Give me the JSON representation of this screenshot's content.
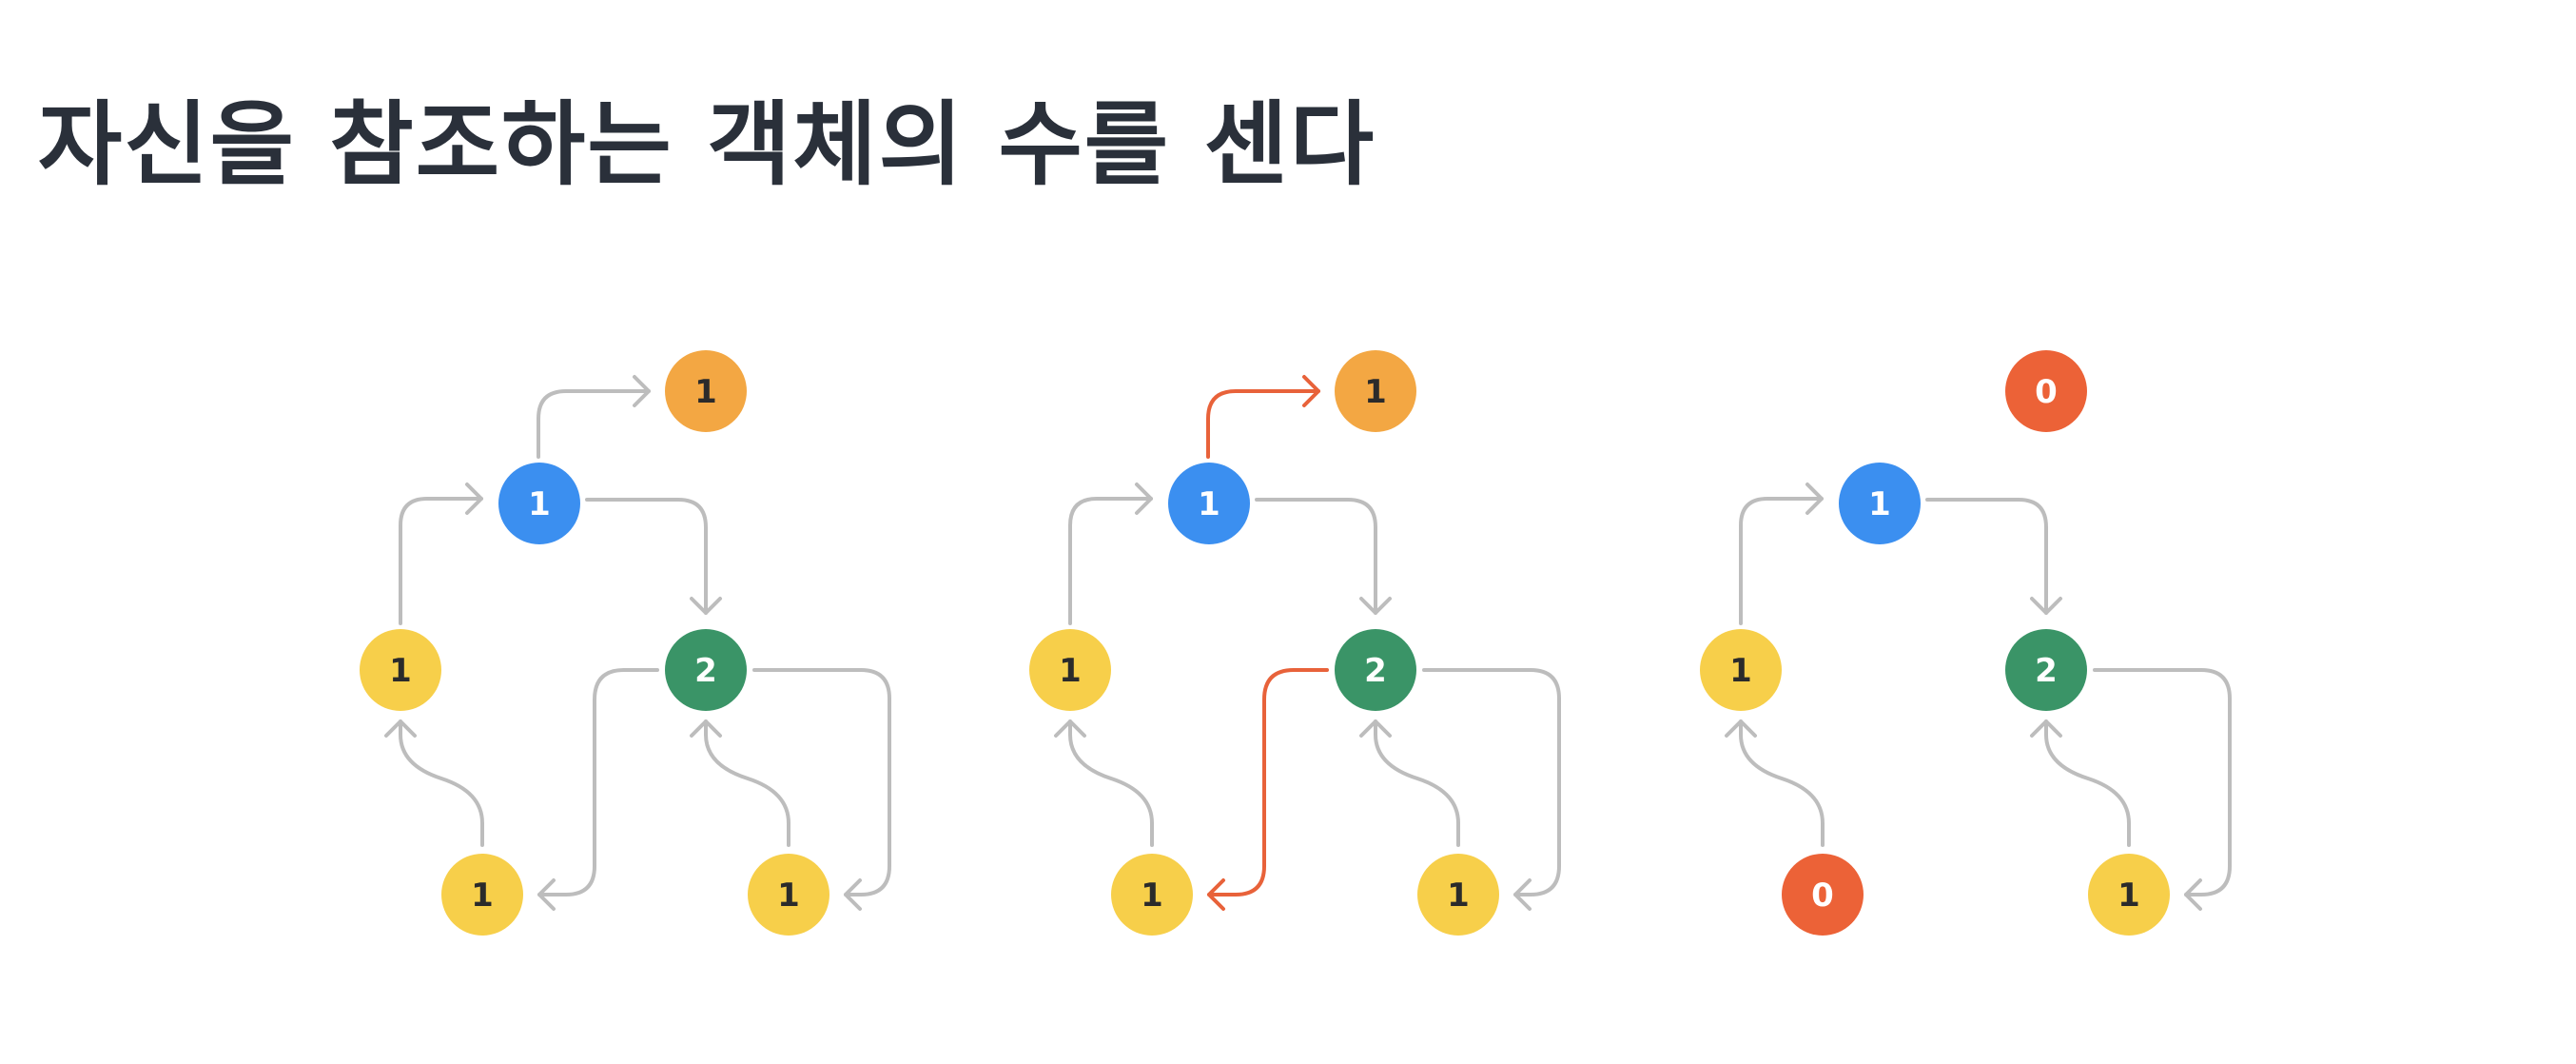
{
  "title": "자신을 참조하는 객체의 수를 센다",
  "colors": {
    "title": "#2a303a",
    "edge": "#bdbdbd",
    "edge_highlight": "#e8623a",
    "node_blue": "#3b8ff0",
    "node_green": "#3a9467",
    "node_yellow": "#f7cf4a",
    "node_orange": "#f3a743",
    "node_red": "#ec6237",
    "label_light": "#ffffff",
    "label_dark": "#2b2b2b"
  },
  "diagrams": [
    {
      "id": "step-1",
      "nodes": [
        {
          "id": "top",
          "label": "1",
          "color": "node_orange"
        },
        {
          "id": "root",
          "label": "1",
          "color": "node_blue"
        },
        {
          "id": "left",
          "label": "1",
          "color": "node_yellow"
        },
        {
          "id": "mid",
          "label": "2",
          "color": "node_green"
        },
        {
          "id": "bottom-left",
          "label": "1",
          "color": "node_yellow"
        },
        {
          "id": "bottom-right",
          "label": "1",
          "color": "node_yellow"
        }
      ],
      "edges": [
        {
          "from": "root",
          "to": "top",
          "highlight": false
        },
        {
          "from": "left",
          "to": "root",
          "highlight": false
        },
        {
          "from": "root",
          "to": "mid",
          "highlight": false
        },
        {
          "from": "bottom-left",
          "to": "left",
          "highlight": false
        },
        {
          "from": "mid",
          "to": "bottom-left",
          "highlight": false
        },
        {
          "from": "bottom-right",
          "to": "mid",
          "highlight": false
        },
        {
          "from": "mid",
          "to": "bottom-right",
          "highlight": false
        }
      ]
    },
    {
      "id": "step-2",
      "nodes": [
        {
          "id": "top",
          "label": "1",
          "color": "node_orange"
        },
        {
          "id": "root",
          "label": "1",
          "color": "node_blue"
        },
        {
          "id": "left",
          "label": "1",
          "color": "node_yellow"
        },
        {
          "id": "mid",
          "label": "2",
          "color": "node_green"
        },
        {
          "id": "bottom-left",
          "label": "1",
          "color": "node_yellow"
        },
        {
          "id": "bottom-right",
          "label": "1",
          "color": "node_yellow"
        }
      ],
      "edges": [
        {
          "from": "root",
          "to": "top",
          "highlight": true
        },
        {
          "from": "left",
          "to": "root",
          "highlight": false
        },
        {
          "from": "root",
          "to": "mid",
          "highlight": false
        },
        {
          "from": "bottom-left",
          "to": "left",
          "highlight": false
        },
        {
          "from": "mid",
          "to": "bottom-left",
          "highlight": true
        },
        {
          "from": "bottom-right",
          "to": "mid",
          "highlight": false
        },
        {
          "from": "mid",
          "to": "bottom-right",
          "highlight": false
        }
      ]
    },
    {
      "id": "step-3",
      "nodes": [
        {
          "id": "top",
          "label": "0",
          "color": "node_red"
        },
        {
          "id": "root",
          "label": "1",
          "color": "node_blue"
        },
        {
          "id": "left",
          "label": "1",
          "color": "node_yellow"
        },
        {
          "id": "mid",
          "label": "2",
          "color": "node_green"
        },
        {
          "id": "bottom-left",
          "label": "0",
          "color": "node_red"
        },
        {
          "id": "bottom-right",
          "label": "1",
          "color": "node_yellow"
        }
      ],
      "edges": [
        {
          "from": "left",
          "to": "root",
          "highlight": false
        },
        {
          "from": "root",
          "to": "mid",
          "highlight": false
        },
        {
          "from": "bottom-left",
          "to": "left",
          "highlight": false
        },
        {
          "from": "bottom-right",
          "to": "mid",
          "highlight": false
        },
        {
          "from": "mid",
          "to": "bottom-right",
          "highlight": false
        }
      ]
    }
  ]
}
